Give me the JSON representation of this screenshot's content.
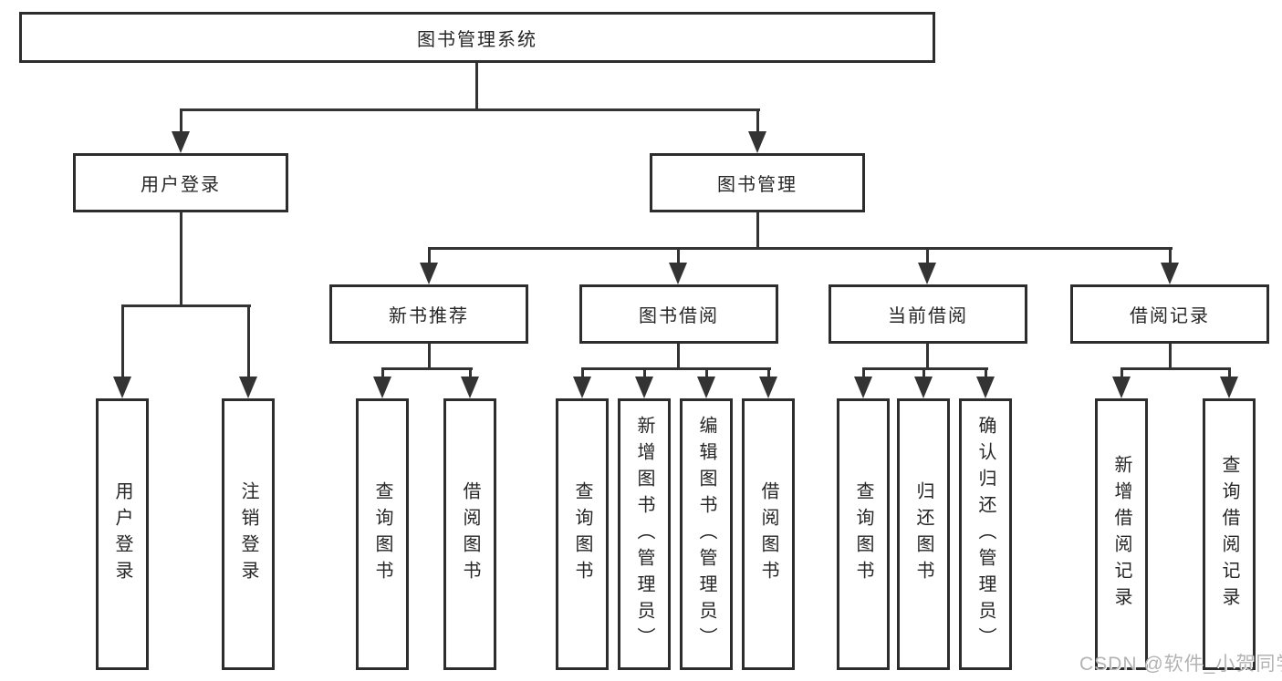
{
  "diagram": {
    "root": {
      "label": "图书管理系统"
    },
    "branches": [
      {
        "label": "用户登录",
        "children": [
          "用户登录",
          "注销登录"
        ]
      },
      {
        "label": "图书管理",
        "groups": [
          {
            "label": "新书推荐",
            "children": [
              "查询图书",
              "借阅图书"
            ]
          },
          {
            "label": "图书借阅",
            "children": [
              "查询图书",
              "新增图书（管理员）",
              "编辑图书（管理员）",
              "借阅图书"
            ]
          },
          {
            "label": "当前借阅",
            "children": [
              "查询图书",
              "归还图书",
              "确认归还（管理员）"
            ]
          },
          {
            "label": "借阅记录",
            "children": [
              "新增借阅记录",
              "查询借阅记录"
            ]
          }
        ]
      }
    ]
  },
  "watermark": {
    "text": "CSDN @软件_小贺同学"
  },
  "colors": {
    "line": "#333333",
    "box_border": "#2d2d2d",
    "text": "#262626",
    "background": "#ffffff",
    "watermark": "#b3b3b3"
  }
}
